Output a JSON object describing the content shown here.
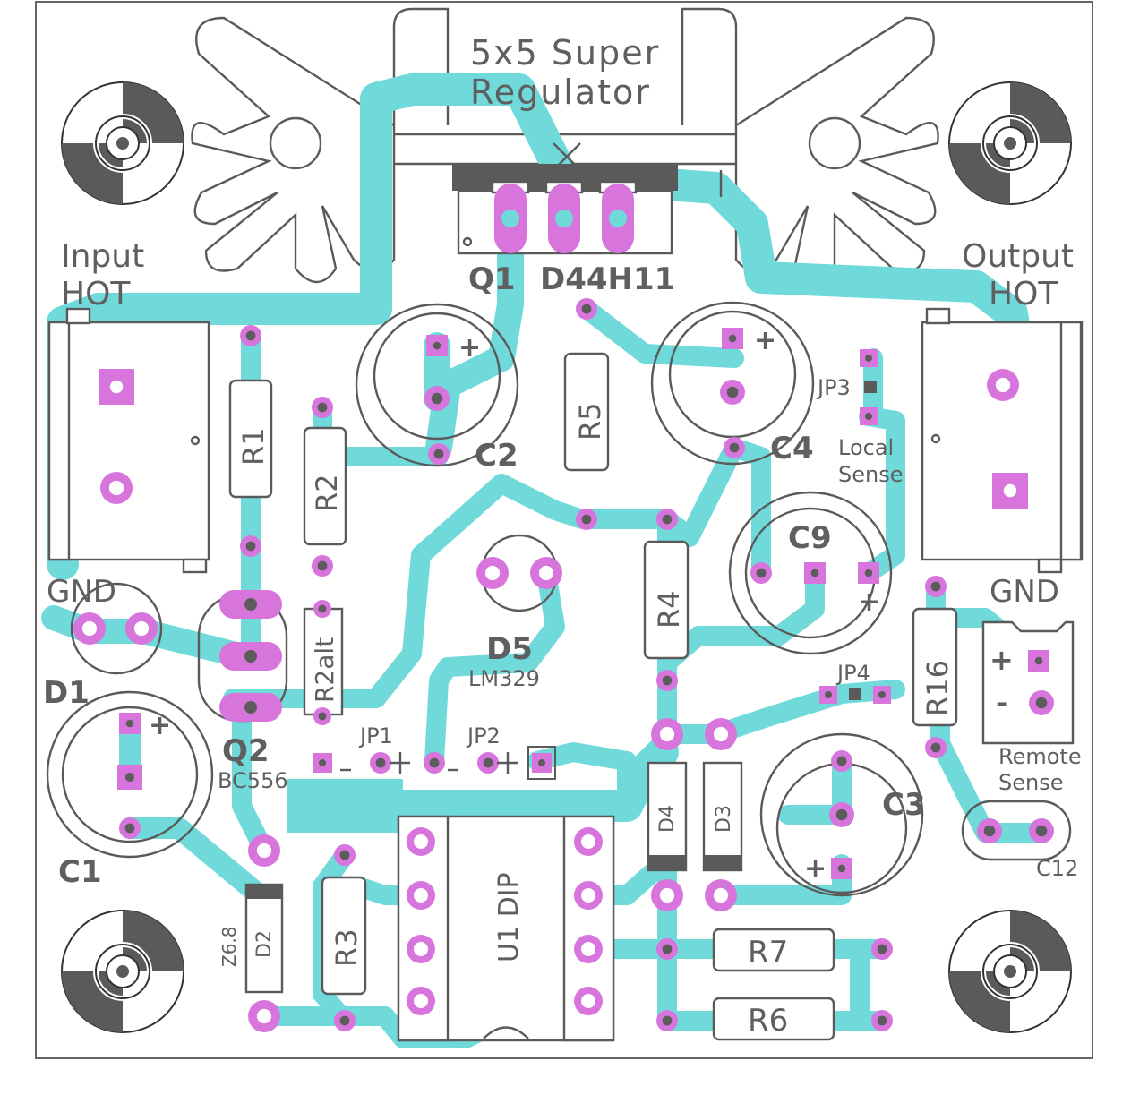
{
  "colors": {
    "trace": "#70d9da",
    "pad": "#d875dd",
    "drill": "#5c5c5c",
    "silkscreen": "#5f5f5f",
    "board": "#ffffff"
  },
  "board": {
    "title_line1": "5x5 Super",
    "title_line2": "Regulator"
  },
  "connectors": {
    "input_label_1": "Input",
    "input_label_2": "HOT",
    "input_gnd": "GND",
    "output_label_1": "Output",
    "output_label_2": "HOT",
    "output_gnd": "GND",
    "local_sense_1": "Local",
    "local_sense_2": "Sense",
    "remote_sense_1": "Remote",
    "remote_sense_2": "Sense",
    "plus_sign": "+",
    "minus_sign": "-"
  },
  "components": {
    "q1": "Q1",
    "q1_part": "D44H11",
    "q2": "Q2",
    "q2_part": "BC556",
    "d1": "D1",
    "d2": "D2",
    "d2_value": "Z6.8",
    "d3": "D3",
    "d4": "D4",
    "d5": "D5",
    "d5_part": "LM329",
    "c1": "C1",
    "c2": "C2",
    "c3": "C3",
    "c4": "C4",
    "c9": "C9",
    "c12": "C12",
    "r1": "R1",
    "r2": "R2",
    "r2alt": "R2alt",
    "r3": "R3",
    "r4": "R4",
    "r5": "R5",
    "r6": "R6",
    "r7": "R7",
    "r16": "R16",
    "u1": "U1 DIP",
    "jp1": "JP1",
    "jp2": "JP2",
    "jp3": "JP3",
    "jp4": "JP4"
  }
}
